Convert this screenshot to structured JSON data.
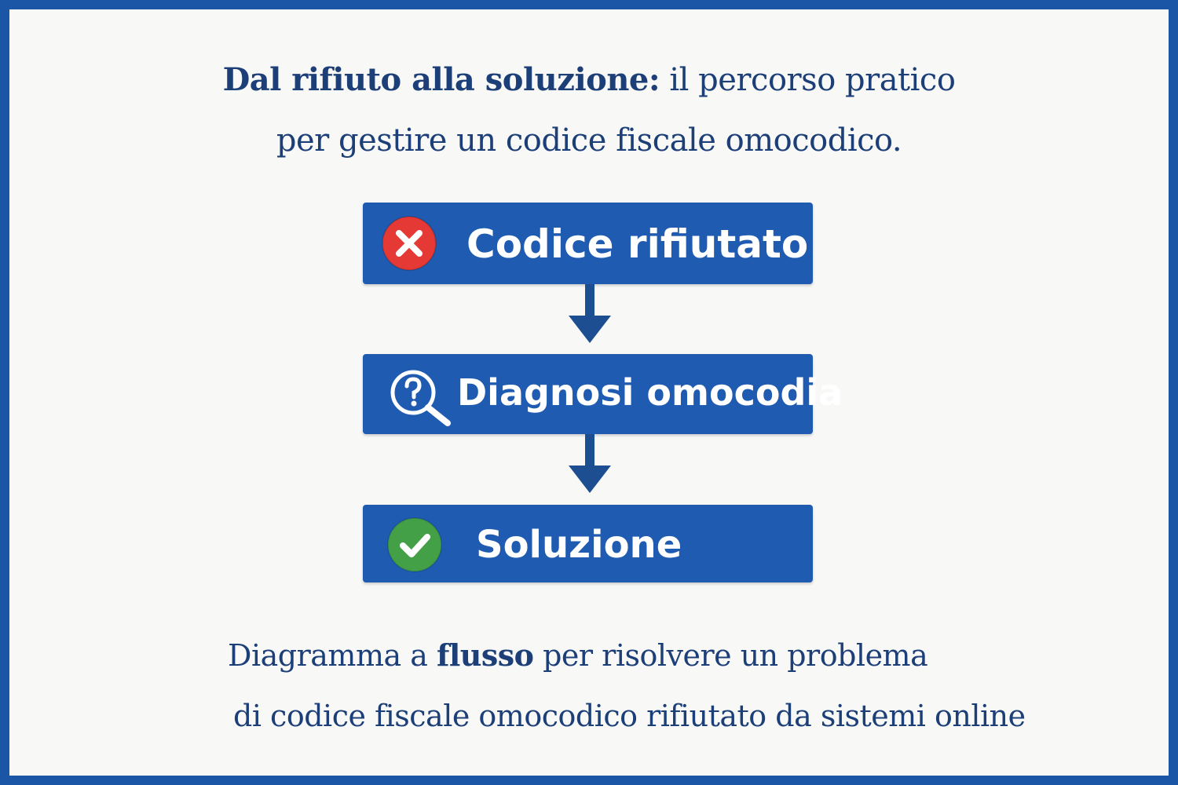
{
  "header": {
    "title_line1_bold": "Dal rifiuto alla soluzione:",
    "title_line1_rest": " il percorso pratico",
    "title_line2": "per gestire un codice fiscale omocodico."
  },
  "flow": {
    "steps": [
      {
        "label": "Codice rifiutato",
        "icon": "close-icon",
        "icon_color": "#e53935"
      },
      {
        "label": "Diagnosi omocodia",
        "icon": "magnifier-question-icon",
        "icon_color": "#ffffff"
      },
      {
        "label": "Soluzione",
        "icon": "check-icon",
        "icon_color": "#43a047"
      }
    ],
    "box_color": "#1f5bb0",
    "arrow_color": "#1d4e91"
  },
  "caption": {
    "line1_pre": "Diagramma a ",
    "line1_bold": "flusso",
    "line1_post": " per risolvere un problema",
    "line2": "di codice fiscale omocodico rifiutato da sistemi online"
  },
  "colors": {
    "frame": "#1a56a5",
    "background": "#f8f8f7",
    "text": "#1d3f78"
  }
}
